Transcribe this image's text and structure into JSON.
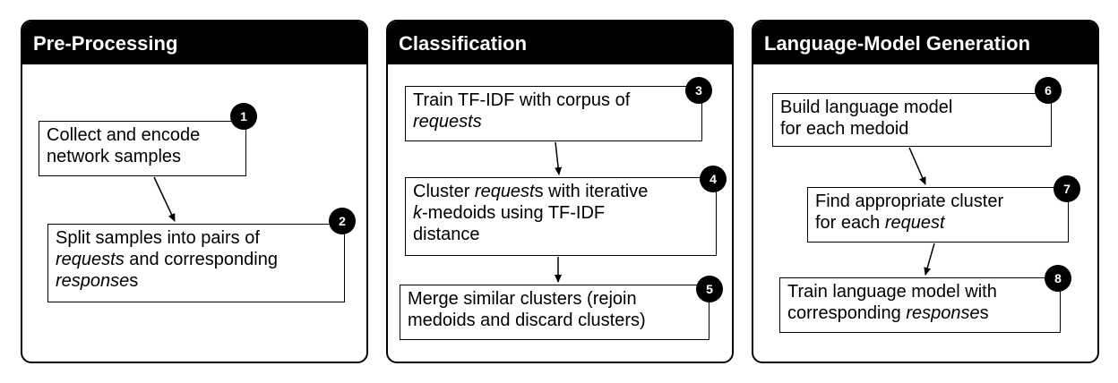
{
  "panels": [
    {
      "title": "Pre-Processing",
      "steps": [
        {
          "number": "1",
          "parts": [
            {
              "t": "Collect and encode"
            },
            {
              "br": true
            },
            {
              "t": "network samples"
            }
          ]
        },
        {
          "number": "2",
          "parts": [
            {
              "t": "Split samples into pairs of"
            },
            {
              "br": true
            },
            {
              "t": "requests",
              "i": true
            },
            {
              "t": " and corresponding"
            },
            {
              "br": true
            },
            {
              "t": "response",
              "i": true
            },
            {
              "t": "s"
            }
          ]
        }
      ]
    },
    {
      "title": "Classification",
      "steps": [
        {
          "number": "3",
          "parts": [
            {
              "t": "Train TF-IDF with corpus of"
            },
            {
              "br": true
            },
            {
              "t": "requests",
              "i": true
            }
          ]
        },
        {
          "number": "4",
          "parts": [
            {
              "t": "Cluster "
            },
            {
              "t": "request",
              "i": true
            },
            {
              "t": "s with iterative"
            },
            {
              "br": true
            },
            {
              "t": "k",
              "i": true
            },
            {
              "t": "-medoids using TF-IDF"
            },
            {
              "br": true
            },
            {
              "t": "distance"
            }
          ]
        },
        {
          "number": "5",
          "parts": [
            {
              "t": "Merge similar clusters (rejoin"
            },
            {
              "br": true
            },
            {
              "t": "medoids and discard clusters)"
            }
          ]
        }
      ]
    },
    {
      "title": "Language-Model Generation",
      "steps": [
        {
          "number": "6",
          "parts": [
            {
              "t": "Build language model"
            },
            {
              "br": true
            },
            {
              "t": "for each medoid"
            }
          ]
        },
        {
          "number": "7",
          "parts": [
            {
              "t": "Find appropriate cluster"
            },
            {
              "br": true
            },
            {
              "t": "for each "
            },
            {
              "t": "request",
              "i": true
            }
          ]
        },
        {
          "number": "8",
          "parts": [
            {
              "t": "Train language model with"
            },
            {
              "br": true
            },
            {
              "t": "corresponding "
            },
            {
              "t": "response",
              "i": true
            },
            {
              "t": "s"
            }
          ]
        }
      ]
    }
  ]
}
